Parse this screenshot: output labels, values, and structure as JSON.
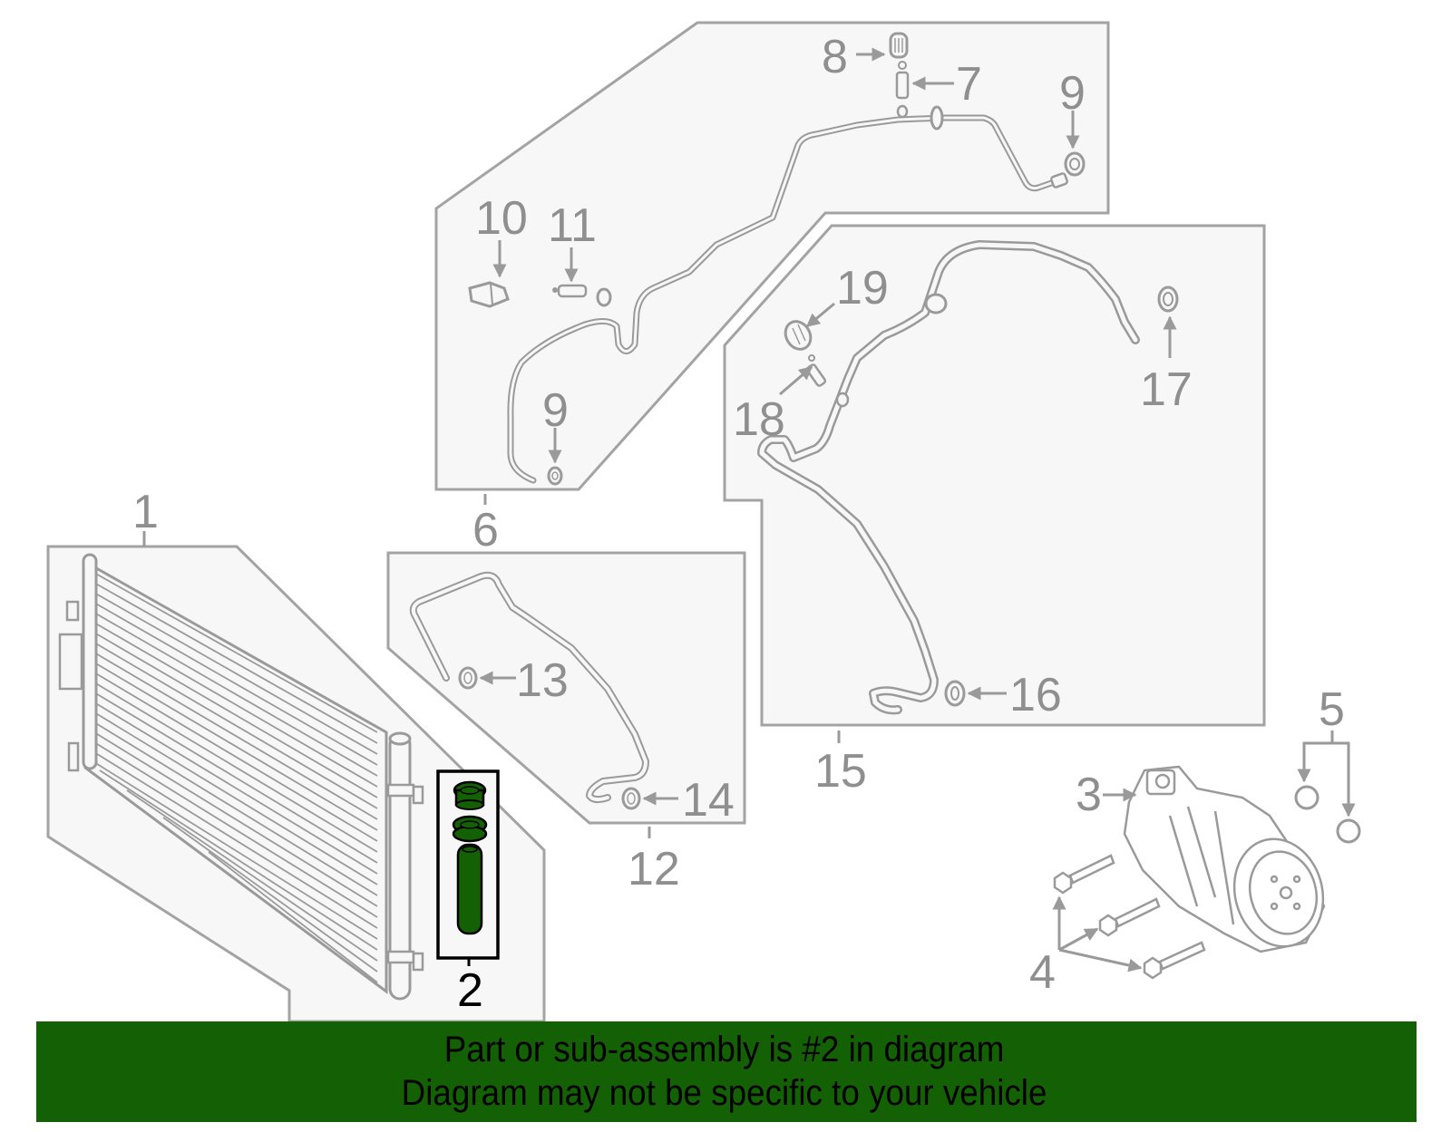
{
  "diagram": {
    "colors": {
      "panel_fill": "#f7f7f7",
      "panel_stroke": "#a3a3a3",
      "line": "#9a9a9a",
      "highlight_part": "#136104",
      "highlight_outline": "#000000",
      "banner_bg": "#136104"
    },
    "groups": [
      {
        "id": "1",
        "name": "condenser-group",
        "callouts": [
          "1",
          "2"
        ]
      },
      {
        "id": "6",
        "name": "upper-line-group",
        "callouts": [
          "6",
          "7",
          "8",
          "9",
          "9",
          "10",
          "11"
        ]
      },
      {
        "id": "12",
        "name": "liquid-line-group",
        "callouts": [
          "12",
          "13",
          "14"
        ]
      },
      {
        "id": "15",
        "name": "discharge-line-group",
        "callouts": [
          "15",
          "16",
          "17",
          "18",
          "19"
        ]
      },
      {
        "id": "3",
        "name": "compressor-group",
        "callouts": [
          "3",
          "4",
          "5"
        ]
      }
    ],
    "labels": {
      "l1": "1",
      "l2": "2",
      "l3": "3",
      "l4": "4",
      "l5": "5",
      "l6": "6",
      "l7": "7",
      "l8": "8",
      "l9a": "9",
      "l9b": "9",
      "l10": "10",
      "l11": "11",
      "l12": "12",
      "l13": "13",
      "l14": "14",
      "l15": "15",
      "l16": "16",
      "l17": "17",
      "l18": "18",
      "l19": "19"
    },
    "highlighted_part": "2"
  },
  "banner": {
    "line1": "Part or sub-assembly is #2 in diagram",
    "line2": "Diagram may not be specific to your vehicle"
  }
}
